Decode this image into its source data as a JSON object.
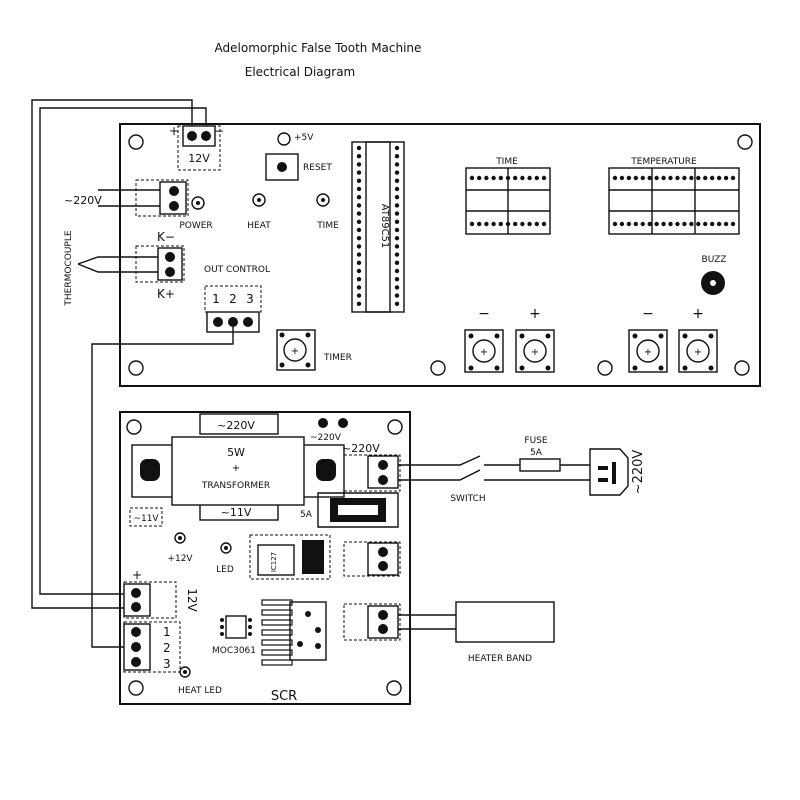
{
  "title": {
    "line1": "Adelomorphic False Tooth Machine",
    "line2": "Electrical Diagram"
  },
  "control_board": {
    "power_terminal": {
      "plus": "+",
      "minus": "−",
      "voltage": "12V"
    },
    "ac_label": "~220V",
    "power_led": "POWER",
    "heat_led": "HEAT",
    "time_led": "TIME",
    "plus5v": "+5V",
    "reset": "RESET",
    "mcu": "AT89C51",
    "thermocouple": "THERMOCOUPLE",
    "k_minus": "K−",
    "k_plus": "K+",
    "out_control": "OUT CONTROL",
    "out_pins": [
      "1",
      "2",
      "3"
    ],
    "timer": "TIMER",
    "time_display": "TIME",
    "temperature_display": "TEMPERATURE",
    "buzz": "BUZZ",
    "btn_time_minus": "−",
    "btn_time_plus": "+",
    "btn_temp_minus": "−",
    "btn_temp_plus": "+"
  },
  "power_board": {
    "transformer_top": "~220V",
    "transformer_power": "5W",
    "transformer_plus": "+",
    "transformer_name": "TRANSFORMER",
    "transformer_out": "~220V",
    "ac_in": "~220V",
    "ac_11v": "~11V",
    "transformer_bottom": "~11V",
    "fuse_5a": "5A",
    "plus12v": "+12V",
    "led": "LED",
    "relay_label": "IC127",
    "dc_plus": "+",
    "dc_12v": "12V",
    "ctrl_pins": [
      "1",
      "2",
      "3"
    ],
    "moc": "MOC3061",
    "heat_led": "HEAT LED",
    "scr": "SCR"
  },
  "external": {
    "fuse": "FUSE",
    "fuse_rating": "5A",
    "switch": "SWITCH",
    "mains": "~220V",
    "heater": "HEATER BAND"
  }
}
